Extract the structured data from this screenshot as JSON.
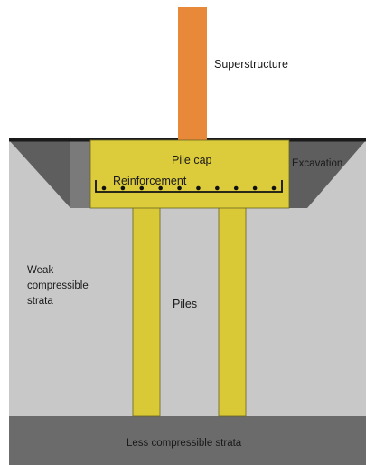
{
  "diagram": {
    "labels": {
      "superstructure": "Superstructure",
      "pile_cap": "Pile cap",
      "reinforcement": "Reinforcement",
      "excavation": "Excavation",
      "weak_strata": [
        "Weak",
        "compressible",
        "strata"
      ],
      "piles": "Piles",
      "less_compressible": "Less compressible strata"
    },
    "colors": {
      "superstructure": "#E8893A",
      "pile_cap": "#DCCB3B",
      "piles": "#D9C937",
      "weak_strata": "#C8C8C8",
      "excavation": "#5E5E5E",
      "less_compressible_strata": "#6B6B6B",
      "ground_line": "#1a1a1a",
      "reinforcement": "#111111"
    },
    "reinforcement_bar_count": 10
  }
}
